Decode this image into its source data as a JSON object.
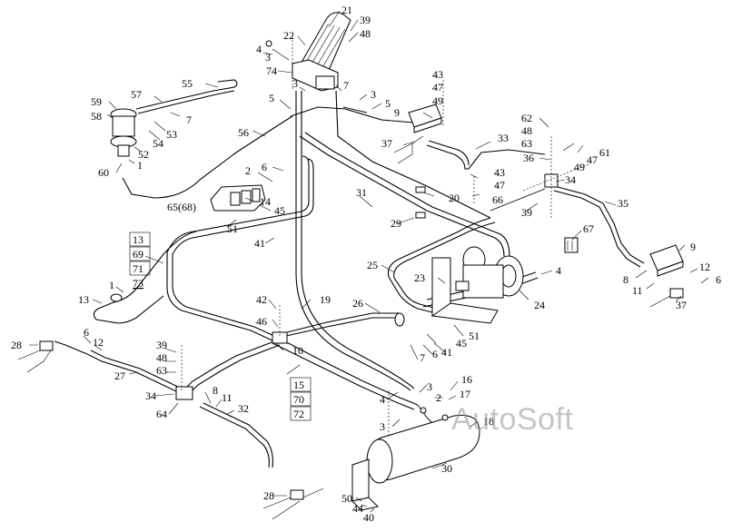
{
  "watermark": "AutoSoft",
  "callouts": {
    "c21": "21",
    "c39a": "39",
    "c48a": "48",
    "c22": "22",
    "c4a": "4",
    "c3a": "3",
    "c74": "74",
    "c3b": "3",
    "c7a": "7",
    "c3c": "3",
    "c5a": "5",
    "c5b": "5",
    "c55": "55",
    "c57": "57",
    "c59": "59",
    "c58": "58",
    "c7b": "7",
    "c53": "53",
    "c54": "54",
    "c52": "52",
    "c1a": "1",
    "c60": "60",
    "c56": "56",
    "c43a": "43",
    "c47a": "47",
    "c49a": "49",
    "c9a": "9",
    "c37a": "37",
    "c33": "33",
    "c62": "62",
    "c48b": "48",
    "c63a": "63",
    "c36": "36",
    "c61": "61",
    "c47b": "47",
    "c49b": "49",
    "c34a": "34",
    "c43b": "43",
    "c47c": "47",
    "c66": "66",
    "c39b": "39",
    "c35": "35",
    "c31": "31",
    "c20": "20",
    "c29": "29",
    "c2a": "2",
    "c6a": "6",
    "c14": "14",
    "c65": "65(68)",
    "c45a": "45",
    "c51a": "51",
    "c41a": "41",
    "c13a": "13",
    "c69a": "69",
    "c71": "71",
    "c73": "73",
    "c67": "67",
    "c9b": "9",
    "c8a": "8",
    "c11a": "11",
    "c12a": "12",
    "c6b": "6",
    "c37b": "37",
    "c25": "25",
    "c23": "23",
    "c4b": "4",
    "c24": "24",
    "c1b": "1",
    "c13b": "13",
    "c42": "42",
    "c46": "46",
    "c19": "19",
    "c26": "26",
    "c45b": "45",
    "c51b": "51",
    "c7c": "7",
    "c6c": "6",
    "c41b": "41",
    "c28a": "28",
    "c6d": "6",
    "c12b": "12",
    "c27": "27",
    "c39c": "39",
    "c48c": "48",
    "c63b": "63",
    "c10": "10",
    "c34b": "34",
    "c64": "64",
    "c8b": "8",
    "c11b": "11",
    "c32": "32",
    "c15": "15",
    "c70": "70",
    "c72": "72",
    "c4c": "4",
    "c3d": "3",
    "c2b": "2",
    "c16": "16",
    "c17": "17",
    "c3e": "3",
    "c18": "18",
    "c30": "30",
    "c28b": "28",
    "c50": "50",
    "c44": "44",
    "c40": "40"
  }
}
